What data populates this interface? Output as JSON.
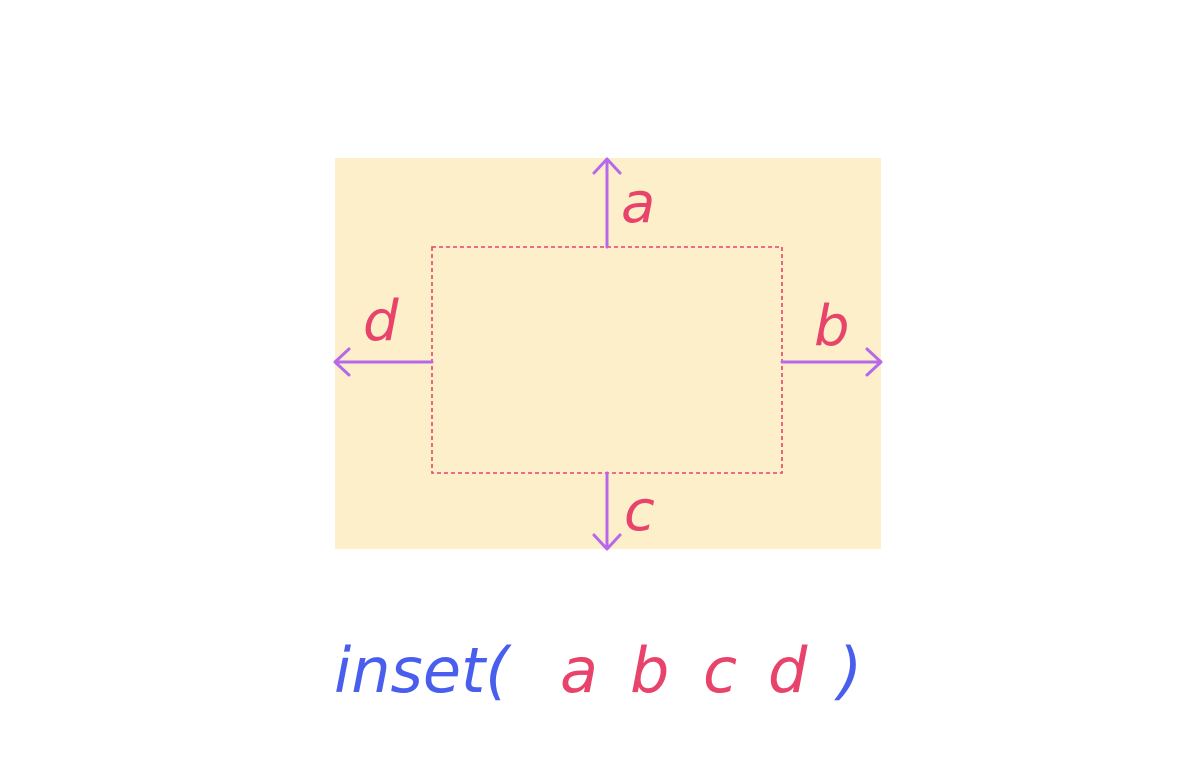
{
  "colors": {
    "box_fill": "#fcefca",
    "inset_outline": "#e8436a",
    "arrow": "#b767ec",
    "variable": "#e8436a",
    "function": "#4a5eee"
  },
  "labels": {
    "top": "a",
    "right": "b",
    "bottom": "c",
    "left": "d"
  },
  "formula": {
    "func": "inset(",
    "args": [
      "a",
      "b",
      "c",
      "d"
    ],
    "close": ")"
  }
}
